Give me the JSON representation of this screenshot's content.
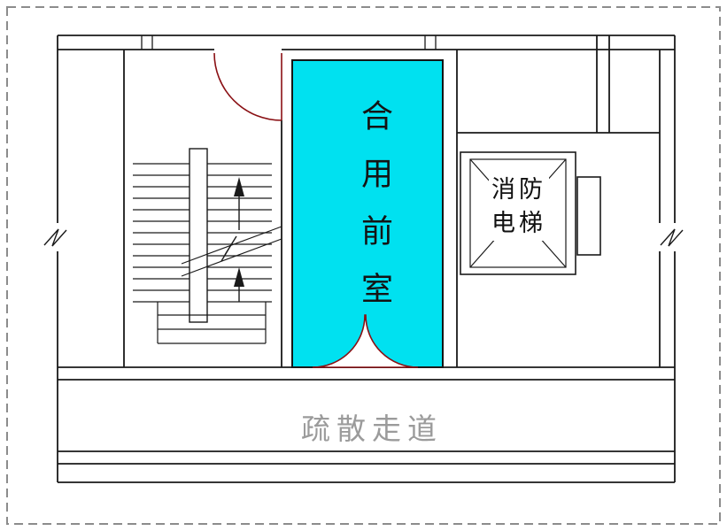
{
  "diagram": {
    "type": "architectural-floor-plan",
    "labels": {
      "front_room": "合用前室",
      "elevator_line1": "消防",
      "elevator_line2": "电梯",
      "corridor": "疏散走道"
    },
    "colors": {
      "wall": "#1a1a1a",
      "door": "#8a1014",
      "highlight": "#00e1f0",
      "corridor_text": "#9b9b9b",
      "border": "#8c8c8c"
    }
  }
}
